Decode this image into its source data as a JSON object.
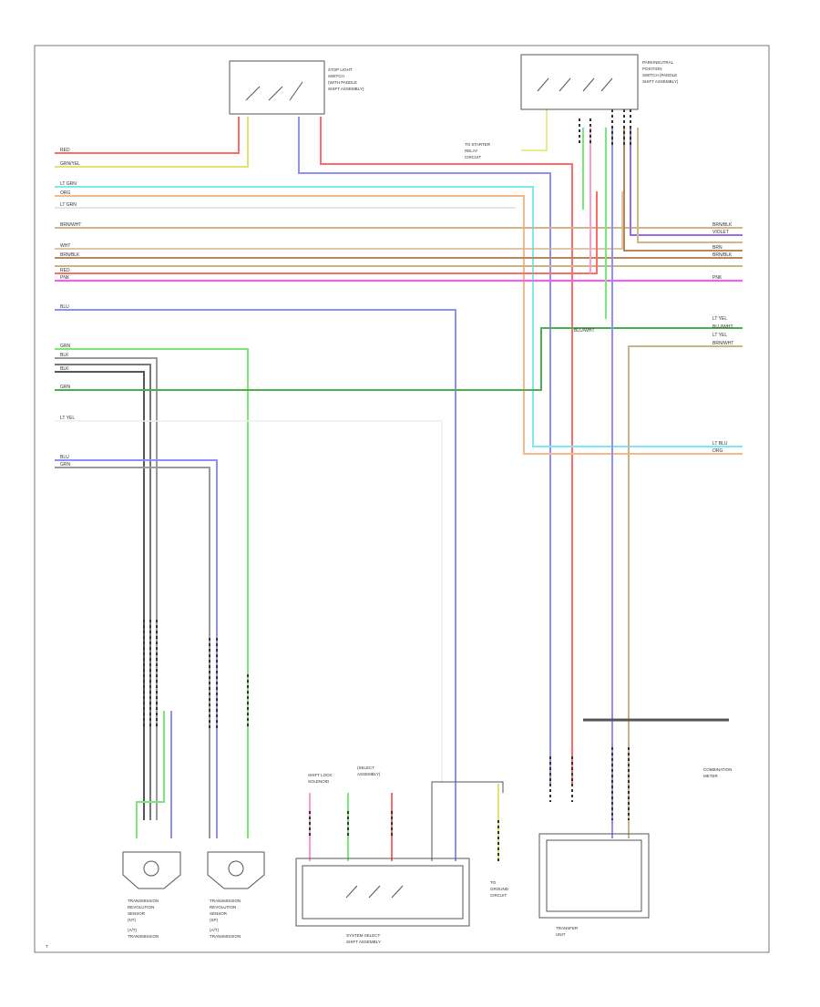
{
  "components": {
    "stop_lamp_switch": [
      "STOP LIGHT",
      "SWITCH",
      "(WITH PADDLE",
      "SHIFT ASSEMBLY)"
    ],
    "inhibitor_switch": [
      "PARK/NEUTRAL",
      "POSITION",
      "SWITCH (PADDLE",
      "SHIFT ASSEMBLY)"
    ],
    "starter_relay_note": [
      "TO STARTER",
      "RELAY",
      "CIRCUIT"
    ],
    "speed_sensor_1": [
      "TRANSMISSION",
      "REVOLUTION",
      "SENSOR",
      "(NT)",
      "(A/T)",
      "TRANSMISSION"
    ],
    "speed_sensor_2": [
      "TRANSMISSION",
      "REVOLUTION",
      "SENSOR",
      "(SP)",
      "(A/T)",
      "TRANSMISSION"
    ],
    "shift_lock": [
      "SHIFT LOCK",
      "SOLENOID",
      "(SELECT",
      "ASSEMBLY)"
    ],
    "select_assembly": [
      "SYSTEM SELECT",
      "SHIFT ASSEMBLY"
    ],
    "ground": [
      "TO",
      "GROUND",
      "CIRCUIT"
    ],
    "transfer_unit": [
      "TRANSFER",
      "UNIT"
    ],
    "combination_meter": [
      "COMBINATION",
      "METER"
    ],
    "page_ref": "T"
  },
  "wire_labels": {
    "left": [
      "RED",
      "GRN/YEL",
      "LT GRN",
      "ORG",
      "LT GRN",
      "BRN/WHT",
      "WHT",
      "BRN/BLK",
      "RED",
      "PNK",
      "BLU",
      "GRN",
      "BLK",
      "BLK",
      "GRN",
      "LT YEL",
      "BLU",
      "GRN"
    ],
    "right": [
      "BRN/BLK",
      "VIOLET",
      "BRN",
      "BRN/BLK",
      "PNK",
      "LT YEL",
      "BLU/WHT",
      "LT YEL",
      "BRN/WHT",
      "LT BLU",
      "ORG"
    ],
    "mid": [
      "BLU/WHT"
    ]
  },
  "palette": {
    "red": "#ff6b6b",
    "yellow": "#e3e36a",
    "cyan": "#7de8ee",
    "orange": "#f5b98a",
    "olive": "#c9b48a",
    "brown": "#b5895f",
    "magenta": "#ff55ff",
    "blue": "#8f8ff5",
    "green": "#79e879",
    "darkgreen": "#4caf4c",
    "gray": "#9a9a9a",
    "pink": "#ff9ad0",
    "violet": "#9a6ce8",
    "black": "#444444"
  }
}
